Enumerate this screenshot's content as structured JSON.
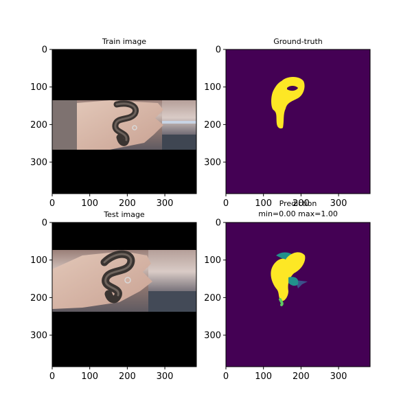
{
  "panels": [
    {
      "id": "train-image",
      "title_lines": [
        "Train image"
      ],
      "xticks": [
        "0",
        "100",
        "200",
        "300"
      ],
      "yticks": [
        "0",
        "100",
        "200",
        "300"
      ]
    },
    {
      "id": "ground-truth",
      "title_lines": [
        "Ground-truth"
      ],
      "xticks": [
        "0",
        "100",
        "200",
        "300"
      ],
      "yticks": [
        "0",
        "100",
        "200",
        "300"
      ]
    },
    {
      "id": "test-image",
      "title_lines": [
        "Test image"
      ],
      "xticks": [
        "0",
        "100",
        "200",
        "300"
      ],
      "yticks": [
        "0",
        "100",
        "200",
        "300"
      ]
    },
    {
      "id": "prediction",
      "title_lines": [
        "Prediction",
        "min=0.00 max=1.00"
      ],
      "xticks": [
        "0",
        "100",
        "200",
        "300"
      ],
      "yticks": [
        "0",
        "100",
        "200",
        "300"
      ]
    }
  ],
  "colors": {
    "mask_background": "#440154",
    "mask_foreground": "#fde725",
    "mask_mid": "#21918c",
    "mask_low": "#3b528b"
  }
}
